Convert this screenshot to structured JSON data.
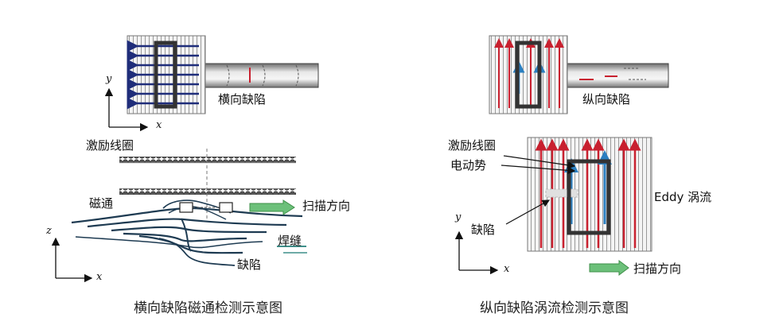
{
  "left": {
    "label_transverse_defect": "横向缺陷",
    "label_coil": "激励线圈",
    "label_flux": "磁通",
    "label_scan": "扫描方向",
    "label_weld": "焊缝",
    "label_defect": "缺陷",
    "axis_top_y": "y",
    "axis_top_x": "x",
    "axis_bottom_z": "z",
    "axis_bottom_x": "x",
    "caption": "横向缺陷磁通检测示意图"
  },
  "right": {
    "label_longitudinal_defect": "纵向缺陷",
    "label_coil": "激励线圈",
    "label_emf": "电动势",
    "label_eddy": "Eddy 涡流",
    "label_defect": "缺陷",
    "label_scan": "扫描方向",
    "axis_y": "y",
    "axis_x": "x",
    "caption": "纵向缺陷涡流检测示意图"
  },
  "colors": {
    "navy": "#1f2d7a",
    "red": "#c8202f",
    "blue": "#2b7fc0",
    "dark": "#333333",
    "green": "#6cc07a",
    "teal": "#3f8f8a",
    "grid": "#9a9a9a"
  }
}
